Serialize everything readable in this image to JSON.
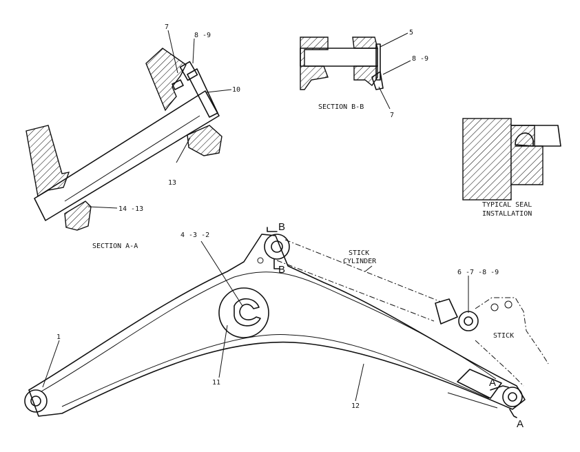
{
  "callouts": {
    "c1": "1",
    "c2": "4 -3 -2",
    "c5": "5",
    "c6": "6 -7 -8 -9",
    "c7a": "7",
    "c7b": "7",
    "c89a": "8 -9",
    "c89b": "8 -9",
    "c10": "10",
    "c11": "11",
    "c12": "12",
    "c13": "13",
    "c1413": "14 -13"
  },
  "labels": {
    "section_aa": "SECTION  A-A",
    "section_bb": "SECTION  B-B",
    "seal_line1": "TYPICAL SEAL",
    "seal_line2": "INSTALLATION",
    "stick_cyl_line1": "STICK",
    "stick_cyl_line2": "CYLINDER",
    "stick": "STICK",
    "cut_b_top": "B",
    "cut_b_bottom": "B",
    "cut_a_top": "A",
    "cut_a_bottom": "A"
  }
}
